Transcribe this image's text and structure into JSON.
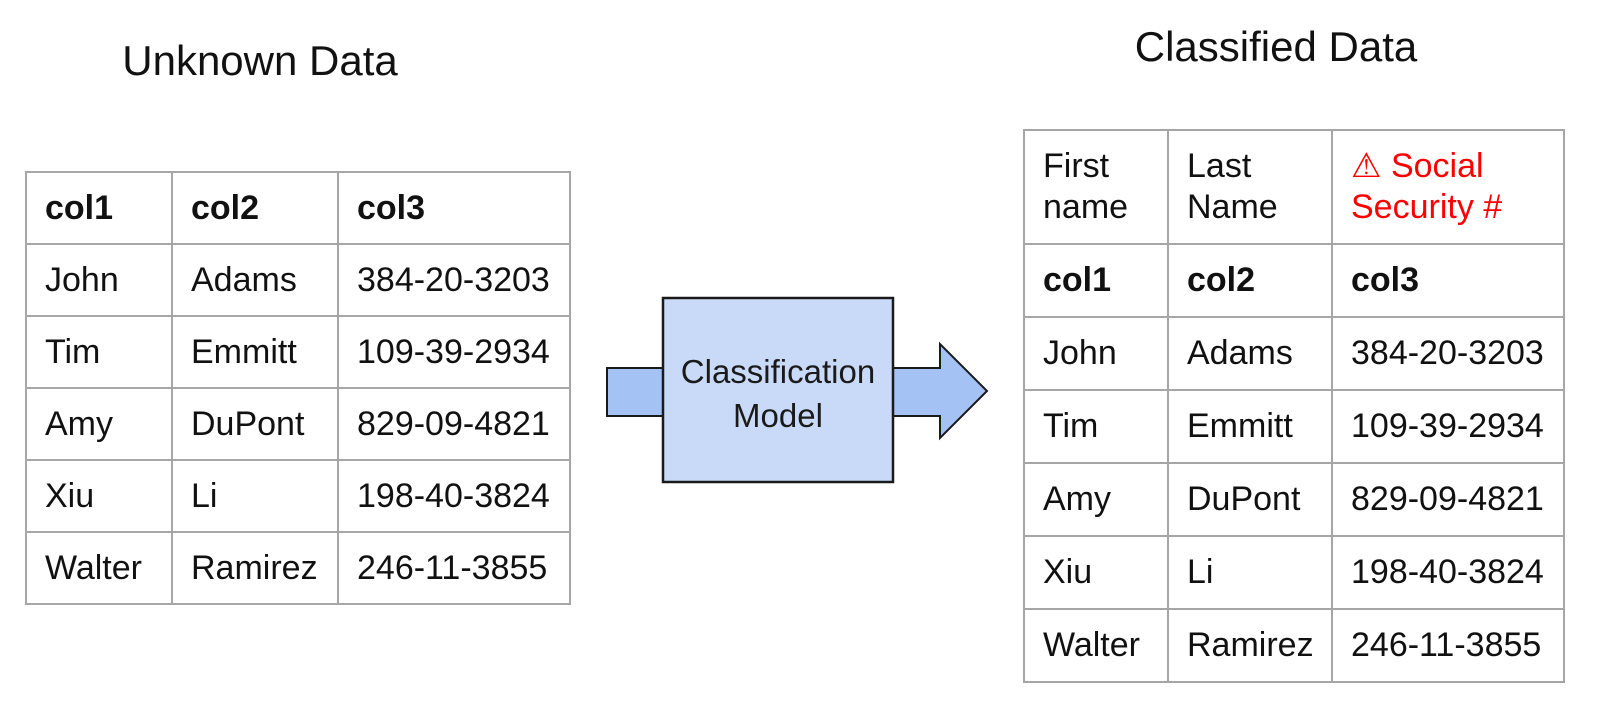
{
  "diagram": {
    "left": {
      "title": "Unknown Data",
      "header": [
        "col1",
        "col2",
        "col3"
      ],
      "rows": [
        [
          "John",
          "Adams",
          "384-20-3203"
        ],
        [
          "Tim",
          "Emmitt",
          "109-39-2934"
        ],
        [
          "Amy",
          "DuPont",
          "829-09-4821"
        ],
        [
          "Xiu",
          "Li",
          "198-40-3824"
        ],
        [
          "Walter",
          "Ramirez",
          "246-11-3855"
        ]
      ]
    },
    "model": {
      "line1": "Classification",
      "line2": "Model"
    },
    "right": {
      "title": "Classified Data",
      "classified_header": {
        "first": "First name",
        "last": "Last Name",
        "warning_icon": "⚠",
        "sensitive": "Social Security #"
      },
      "header": [
        "col1",
        "col2",
        "col3"
      ],
      "rows": [
        [
          "John",
          "Adams",
          "384-20-3203"
        ],
        [
          "Tim",
          "Emmitt",
          "109-39-2934"
        ],
        [
          "Amy",
          "DuPont",
          "829-09-4821"
        ],
        [
          "Xiu",
          "Li",
          "198-40-3824"
        ],
        [
          "Walter",
          "Ramirez",
          "246-11-3855"
        ]
      ]
    },
    "colors": {
      "box_fill": "#c9daf8",
      "arrow_fill": "#a4c2f4",
      "outline": "#1a1a1a",
      "table_border": "#a6a6a6",
      "warning_red": "#ff0000"
    }
  }
}
